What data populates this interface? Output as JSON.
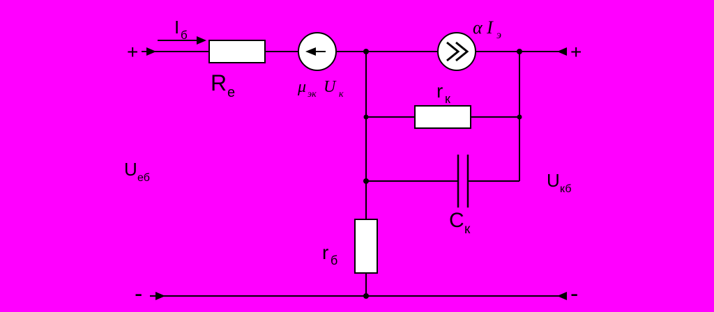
{
  "colors": {
    "background": "#FF00FF",
    "line": "#000000",
    "component_fill": "#FFFFFF"
  },
  "terminals": {
    "top_left": "+",
    "top_right": "+",
    "bottom_left": "-",
    "bottom_right": "-"
  },
  "labels": {
    "input_current": {
      "main": "I",
      "sub": "б"
    },
    "resistor_re": {
      "main": "R",
      "sub": "е"
    },
    "voltage_source": {
      "mu": "μ",
      "mu_sub": "эк",
      "u": "U",
      "u_sub": "к"
    },
    "current_source": {
      "main": "α I",
      "sub": "э"
    },
    "resistor_rk": {
      "main": "r",
      "sub": "к"
    },
    "capacitor_ck": {
      "main": "C",
      "sub": "к"
    },
    "resistor_rb": {
      "main": "r",
      "sub": "б"
    },
    "voltage_left": {
      "main": "U",
      "sub": "еб"
    },
    "voltage_right": {
      "main": "U",
      "sub": "кб"
    }
  }
}
